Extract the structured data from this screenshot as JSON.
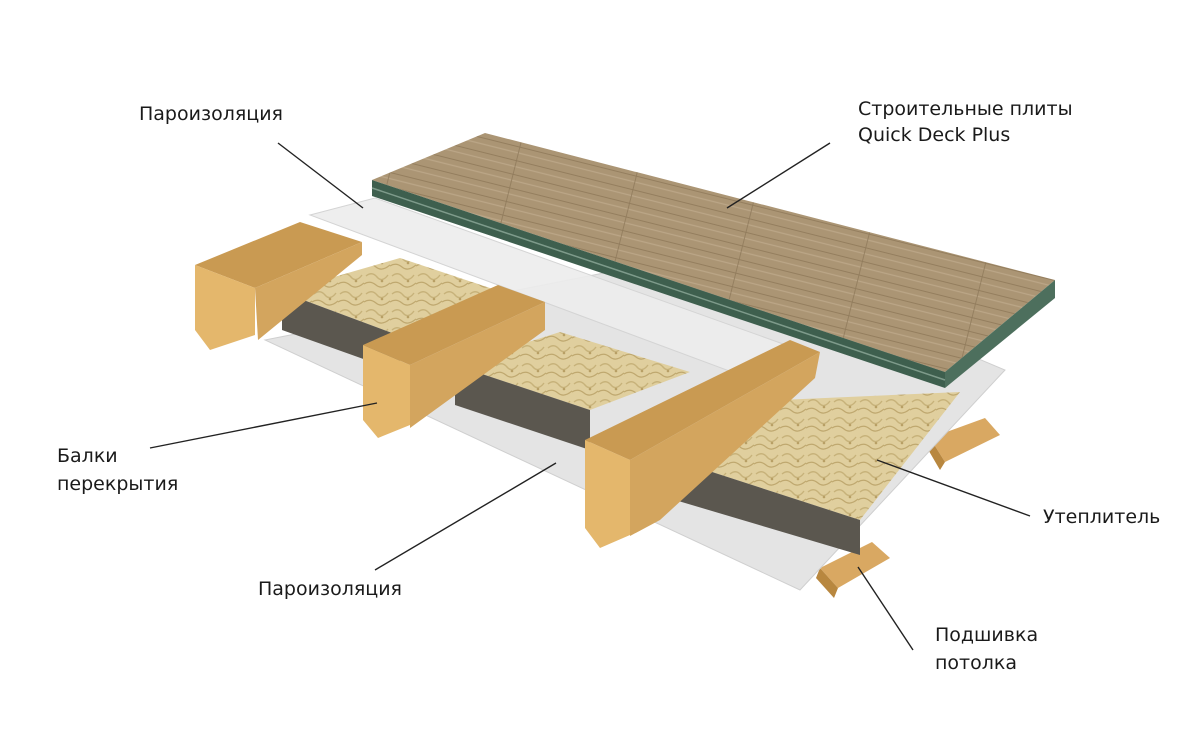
{
  "labels": {
    "vapor_top": "Пароизоляция",
    "boards_line1": "Строительные плиты",
    "boards_line2": "Quick Deck Plus",
    "joists_line1": "Балки",
    "joists_line2": "перекрытия",
    "vapor_bottom": "Пароизоляция",
    "insulation": "Утеплитель",
    "ceiling_line1": "Подшивка",
    "ceiling_line2": "потолка"
  },
  "colors": {
    "wood_face": "#e2b56a",
    "wood_top": "#c99a52",
    "wood_side": "#d3a55e",
    "insulation_top": "#ddcc9a",
    "insulation_side": "#5e5a52",
    "membrane": "#e6e6e6",
    "deck_top": "#a89070",
    "deck_edge": "#3f5f4f",
    "leader_line": "#222222"
  }
}
